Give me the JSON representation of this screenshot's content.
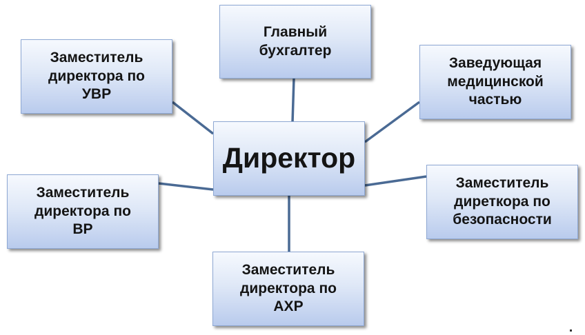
{
  "diagram": {
    "center": {
      "label": "Директор"
    },
    "nodes": {
      "chief_accountant": {
        "label": "Главный\nбухгалтер"
      },
      "deputy_uvr": {
        "label": "Заместитель\nдиректора по\nУВР"
      },
      "head_medical": {
        "label": "Заведующая\nмедицинской\nчастью"
      },
      "deputy_vr": {
        "label": "Заместитель\nдиректора по\nВР"
      },
      "deputy_security": {
        "label": "Заместитель\nдиреткора по\nбезопасности"
      },
      "deputy_ahr": {
        "label": "Заместитель\nдиректора по\nАХР"
      }
    },
    "connector_color": "#4a6a94"
  }
}
